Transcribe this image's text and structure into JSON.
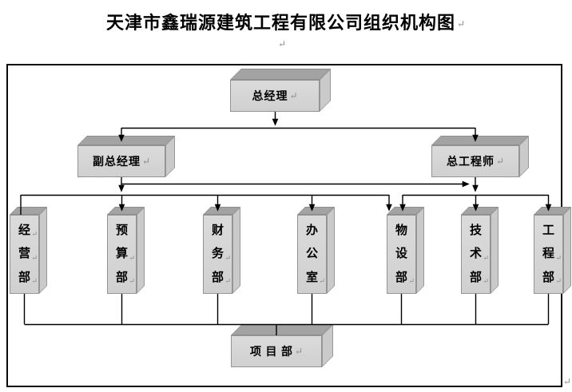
{
  "title": {
    "text": "天津市鑫瑞源建筑工程有限公司组织机构图",
    "return_mark": "↵"
  },
  "marks": {
    "below_title": "↵",
    "bottom_right": "↵"
  },
  "colors": {
    "box_front": "#d6d6d6",
    "box_top": "#a3a3a3",
    "box_side": "#cacaca",
    "box_border": "#939393",
    "connector": "#000000",
    "return_mark_gray": "#8a8a8a",
    "frame_border": "#0a0a0a"
  },
  "nodes": {
    "general_manager": {
      "label": "总经理",
      "return_mark": "↵"
    },
    "deputy_general_manager": {
      "label": "副总经理",
      "return_mark": "↵"
    },
    "chief_engineer": {
      "label": "总工程师",
      "return_mark": "↵"
    },
    "project_department": {
      "label": "项 目 部",
      "return_mark": "↵"
    },
    "departments": [
      {
        "name": "经营部",
        "chars": [
          {
            "c": "经",
            "m": "↵"
          },
          {
            "c": "营",
            "m": "↵"
          },
          {
            "c": "部",
            "m": "↵"
          }
        ]
      },
      {
        "name": "预算部",
        "chars": [
          {
            "c": "预",
            "m": ""
          },
          {
            "c": "算",
            "m": "↵"
          },
          {
            "c": "部",
            "m": "↵"
          }
        ]
      },
      {
        "name": "财务部",
        "chars": [
          {
            "c": "财",
            "m": ""
          },
          {
            "c": "务",
            "m": "↵"
          },
          {
            "c": "部",
            "m": "↵"
          }
        ]
      },
      {
        "name": "办公室",
        "chars": [
          {
            "c": "办",
            "m": ""
          },
          {
            "c": "公",
            "m": ""
          },
          {
            "c": "室",
            "m": "↵"
          }
        ]
      },
      {
        "name": "物设部",
        "chars": [
          {
            "c": "物",
            "m": ""
          },
          {
            "c": "设",
            "m": ""
          },
          {
            "c": "部",
            "m": "↵"
          }
        ]
      },
      {
        "name": "技术部",
        "chars": [
          {
            "c": "技",
            "m": ""
          },
          {
            "c": "术",
            "m": "↵"
          },
          {
            "c": "部",
            "m": "↵"
          }
        ]
      },
      {
        "name": "工程部",
        "chars": [
          {
            "c": "工",
            "m": ""
          },
          {
            "c": "程",
            "m": "↵"
          },
          {
            "c": "部",
            "m": "↵"
          }
        ]
      }
    ]
  }
}
